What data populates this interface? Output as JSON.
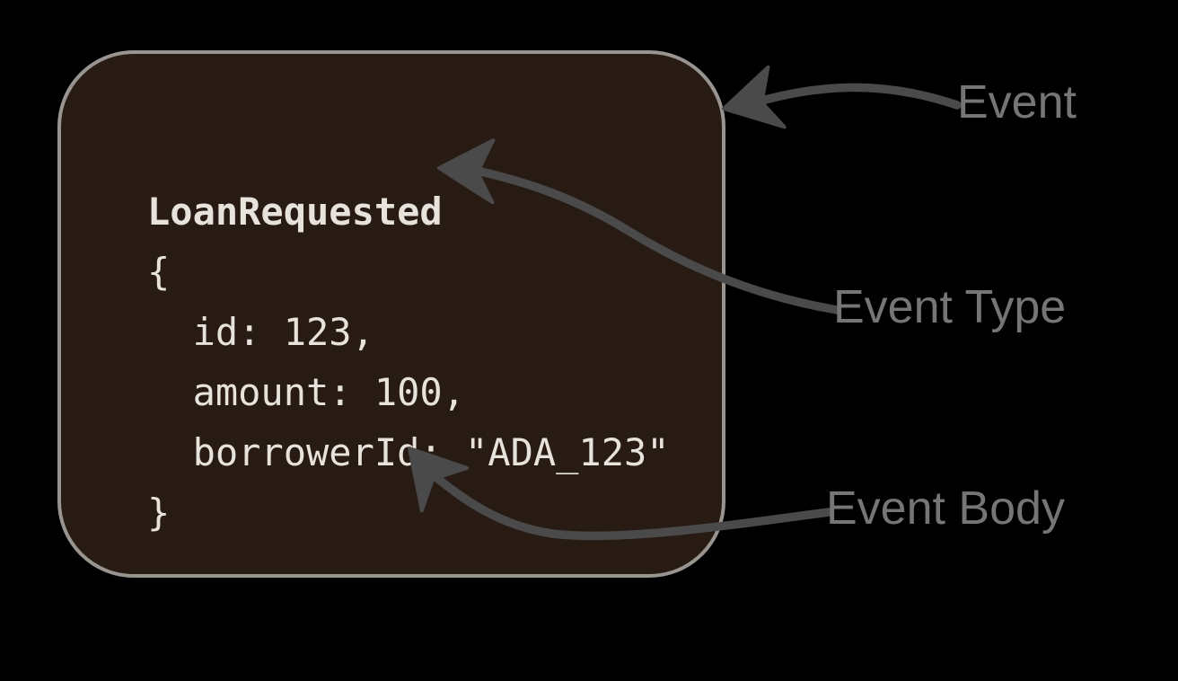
{
  "event_card": {
    "event_type": "LoanRequested",
    "body_lines": [
      "{",
      "  id: 123,",
      "  amount: 100,",
      "  borrowerId: \"ADA_123\"",
      "}"
    ]
  },
  "annotations": {
    "event_label": "Event",
    "event_type_label": "Event Type",
    "event_body_label": "Event Body"
  },
  "colors": {
    "bg": "#000000",
    "box-fill": "#271b13",
    "box-border": "#98948f",
    "code-text": "#e7e2dc",
    "label-text": "#757575",
    "arrow": "#4a4a4a"
  }
}
